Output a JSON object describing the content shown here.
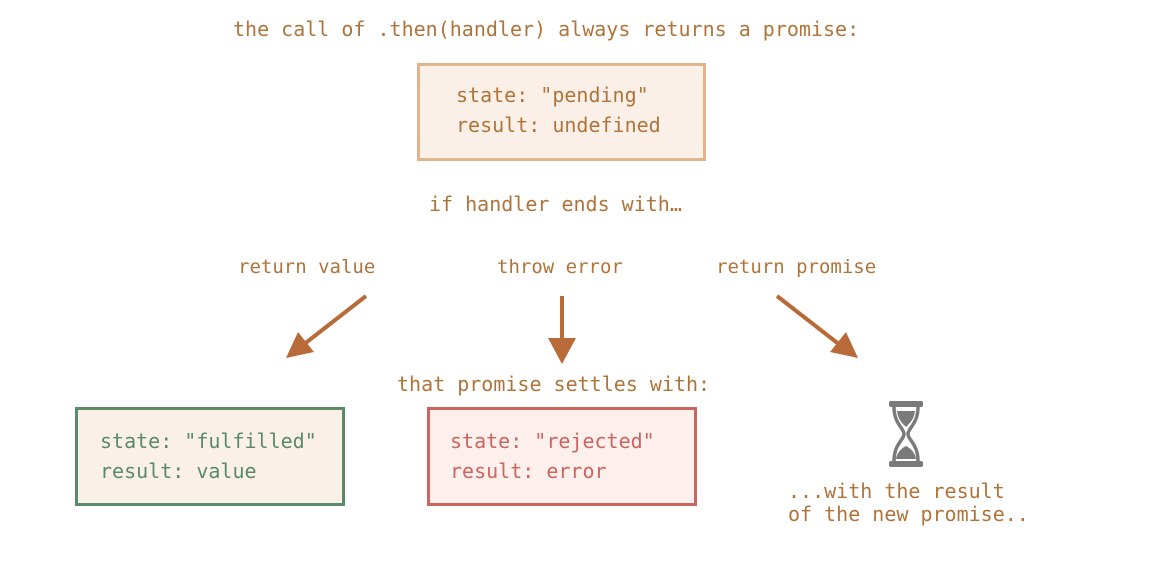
{
  "header": {
    "title": "the call of .then(handler) always returns a promise:"
  },
  "pending": {
    "state_line": "state: \"pending\"",
    "result_line": "result: undefined"
  },
  "condition": {
    "label": "if handler ends with…"
  },
  "branches": {
    "return_value": "return value",
    "throw_error": "throw error",
    "return_promise": "return promise"
  },
  "settles": {
    "label": "that promise settles with:"
  },
  "fulfilled": {
    "state_line": "state: \"fulfilled\"",
    "result_line": "result: value"
  },
  "rejected": {
    "state_line": "state: \"rejected\"",
    "result_line": "result: error"
  },
  "new_promise": {
    "line1": "...with the result",
    "line2": "of the new promise.."
  },
  "colors": {
    "brown": "#b0743a",
    "arrow": "#b86a38",
    "green": "#5a8a68",
    "red": "#cc6560",
    "pending_border": "#e0b58e",
    "hourglass": "#7a7a7a"
  },
  "icons": {
    "waiting": "hourglass-icon"
  }
}
